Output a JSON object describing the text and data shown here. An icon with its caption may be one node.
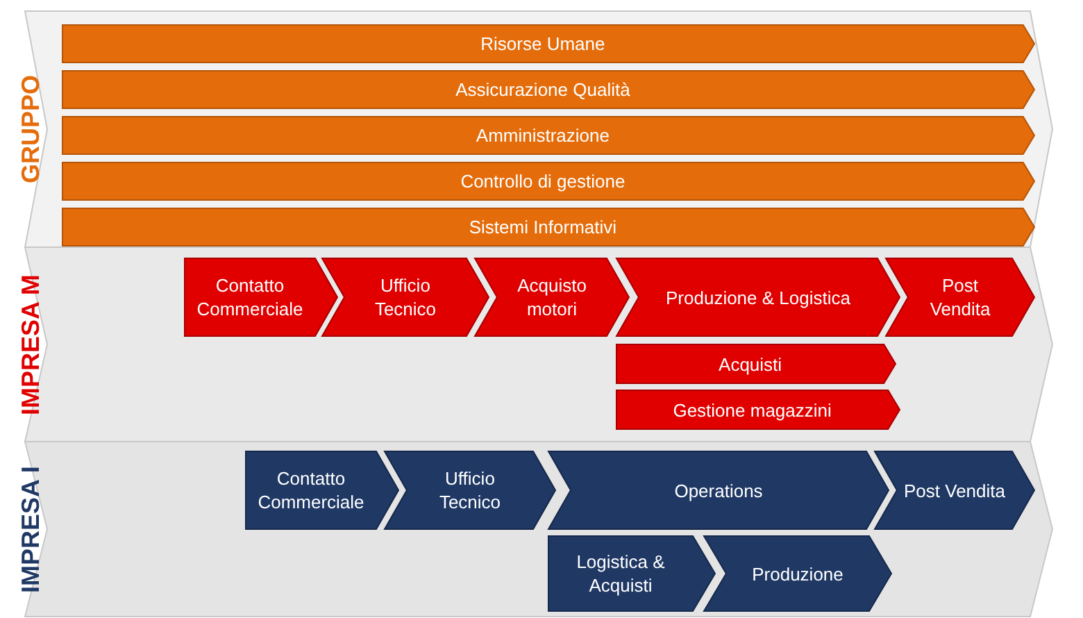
{
  "diagram": {
    "nodes": [
      {
        "text": [
          "GRUPPO"
        ]
      },
      {
        "text": [
          "Risorse Umane"
        ],
        "in": 0
      },
      {
        "text": [
          "Assicurazione Qualità"
        ],
        "in": 0
      },
      {
        "text": [
          "Amministrazione"
        ],
        "in": 0
      },
      {
        "text": [
          "Controllo di gestione"
        ],
        "in": 0
      },
      {
        "text": [
          "Sistemi Informativi"
        ],
        "in": 0
      },
      {
        "text": [
          "IMPRESA M"
        ]
      },
      {
        "text": [
          "Contatto Commerciale"
        ],
        "in": 6
      },
      {
        "text": [
          "Ufficio Tecnico"
        ],
        "in": 6
      },
      {
        "text": [
          "Acquisto motori"
        ],
        "in": 6
      },
      {
        "text": [
          "Produzione & Logistica"
        ],
        "in": 6
      },
      {
        "text": [
          "Post Vendita"
        ],
        "in": 6
      },
      {
        "text": [
          "Acquisti"
        ],
        "in": 6
      },
      {
        "text": [
          "Gestione magazzini"
        ],
        "in": 6
      },
      {
        "text": [
          "IMPRESA I"
        ]
      },
      {
        "text": [
          "Contatto Commerciale"
        ],
        "in": 14
      },
      {
        "text": [
          "Ufficio Tecnico"
        ],
        "in": 14
      },
      {
        "text": [
          "Operations"
        ],
        "in": 14
      },
      {
        "text": [
          "Post Vendita"
        ],
        "in": 14
      },
      {
        "text": [
          "Logistica & Acquisti"
        ],
        "in": 14
      },
      {
        "text": [
          "Produzione"
        ],
        "in": 14
      }
    ]
  }
}
